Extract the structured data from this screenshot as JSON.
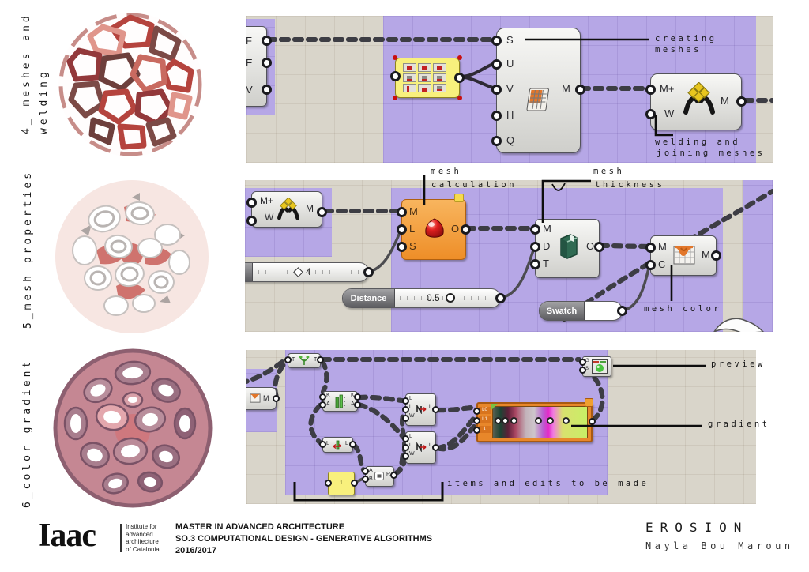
{
  "r1": {
    "label1": "4_ meshes and",
    "label2": "welding",
    "left_ports": [
      "F",
      "E",
      "V"
    ],
    "mesh_inputs": [
      "S",
      "U",
      "V",
      "H",
      "Q"
    ],
    "mesh_out": "M",
    "weld_in1": "M+",
    "weld_in2": "W",
    "weld_out": "M",
    "ann_creating1": "creating",
    "ann_creating2": "meshes",
    "ann_welding1": "welding and",
    "ann_welding2": "joining meshes"
  },
  "r2": {
    "label": "5_mesh properties",
    "weld_in1": "M+",
    "weld_in2": "W",
    "weld_out": "M",
    "slider4_value": "4",
    "calc_inputs": [
      "M",
      "L",
      "S"
    ],
    "calc_out": "O",
    "distance_label": "Distance",
    "distance_value": "0.5",
    "thicken_inputs": [
      "M",
      "D",
      "T"
    ],
    "thicken_out": "O",
    "color_in1": "M",
    "color_in2": "C",
    "color_out": "M",
    "swatch_label": "Swatch",
    "ann_calc1": "mesh",
    "ann_calc2": "calculation",
    "ann_thick1": "mesh",
    "ann_thick2": "thickness",
    "ann_color": "mesh color"
  },
  "r3": {
    "label": "6_color gradient",
    "tree_in": "T",
    "tree_out": "T",
    "partial_out": "M",
    "sort_in1": "K",
    "sort_in2": "A",
    "sort_out1": "K",
    "sort_out2": "A",
    "rev_in": "L",
    "rev_out": "L",
    "item_in1": "L",
    "item_in2": "i",
    "item_in3": "W",
    "item_out": "i",
    "panel_value": "1",
    "eq_in1": "A",
    "eq_in2": "B",
    "eq_out": "R",
    "grad_tag1": "L0",
    "grad_tag2": "L1",
    "grad_tag3": "t",
    "prev_tag1": "G",
    "prev_tag2": "S",
    "ann_preview": "preview",
    "ann_gradient": "gradient",
    "ann_items": "items and edits to be made"
  },
  "footer": {
    "logo": "Iaac",
    "institute": [
      "Institute for",
      "advanced",
      "architecture",
      "of Catalonia"
    ],
    "program": [
      "MASTER IN ADVANCED ARCHITECTURE",
      "SO.3 COMPUTATIONAL DESIGN - GENERATIVE ALGORITHMS",
      "2016/2017"
    ],
    "project": "EROSION",
    "author": "Nayla Bou Maroun"
  },
  "colors": {
    "canvas_purple": "#b6a7e6",
    "canvas_gray": "#d9d5ca",
    "warning_node_orange": "#f2a13d",
    "panel_yellow": "#f8f07d",
    "selection_red": "#c90f0f",
    "gradient_frame_orange": "#e8872a",
    "gradient_stops": [
      "#596052",
      "#1e4434",
      "#5c2038",
      "#aa4763",
      "#c3b3ba",
      "#cdc5cb",
      "#b95fd0",
      "#e32bc9",
      "#d9e06e",
      "#c8ef66"
    ]
  }
}
